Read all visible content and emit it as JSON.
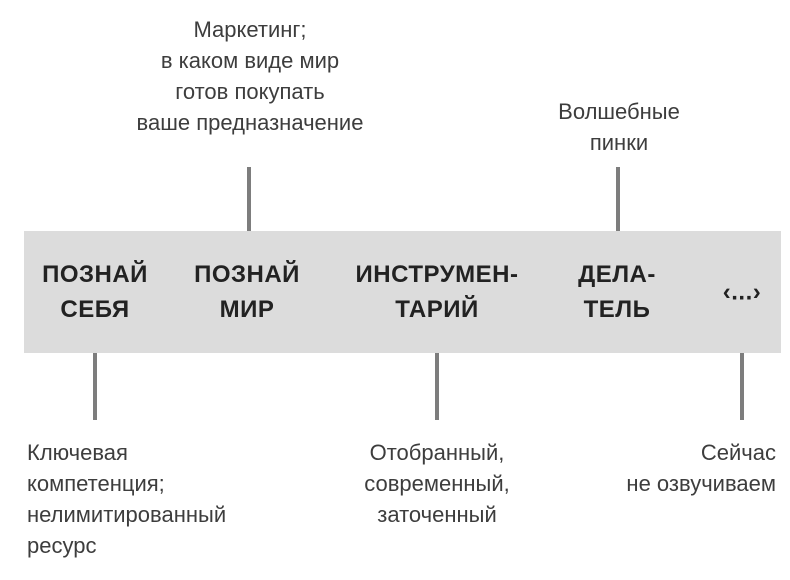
{
  "diagram": {
    "band": {
      "items": [
        {
          "label": "ПОЗНАЙ\nСЕБЯ"
        },
        {
          "label": "ПОЗНАЙ\nМИР"
        },
        {
          "label": "ИНСТРУМЕН-\nТАРИЙ"
        },
        {
          "label": "ДЕЛА-\nТЕЛЬ"
        },
        {
          "label": "‹...›"
        }
      ]
    },
    "annotations_top": [
      {
        "text": "Маркетинг;\nв каком виде мир\nготов покупать\nваше предназначение",
        "points_to": "ПОЗНАЙ МИР"
      },
      {
        "text": "Волшебные\nпинки",
        "points_to": "ДЕЛА-ТЕЛЬ"
      }
    ],
    "annotations_bottom": [
      {
        "text": "Ключевая\nкомпетенция;\nнелимитированный\nресурс",
        "points_to": "ПОЗНАЙ СЕБЯ"
      },
      {
        "text": "Отобранный,\nсовременный,\nзаточенный",
        "points_to": "ИНСТРУМЕНТАРИЙ"
      },
      {
        "text": "Сейчас\nне озвучиваем",
        "points_to": "‹...›"
      }
    ],
    "colors": {
      "band_bg": "#dcdcdc",
      "connector": "#7d7d7d",
      "label_text": "#222222",
      "annotation_text": "#3d3d3d",
      "background": "#ffffff"
    }
  }
}
